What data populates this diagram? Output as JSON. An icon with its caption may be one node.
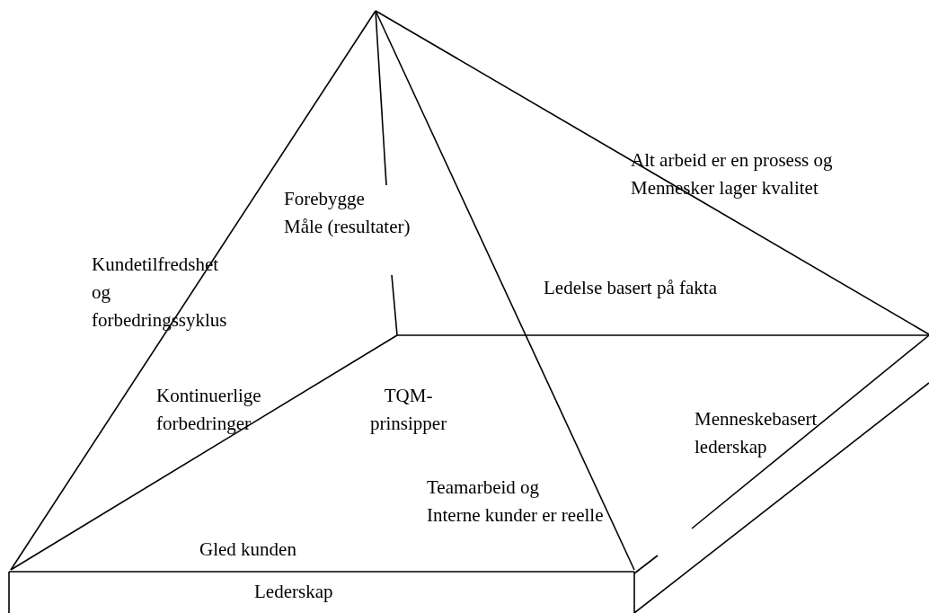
{
  "diagram": {
    "labels": [
      "Alt arbeid er en prosess og Mennesker lager kvalitet",
      "Forebygge Måle (resultater)",
      "Kundetilfredshet og forbedringssyklus",
      "Ledelse basert på fakta",
      "Kontinuerlige forbedringer",
      "TQM- prinsipper",
      "Menneskebasert lederskap",
      "Teamarbeid og Interne kunder er reelle",
      "Gled kunden",
      "Lederskap"
    ]
  }
}
